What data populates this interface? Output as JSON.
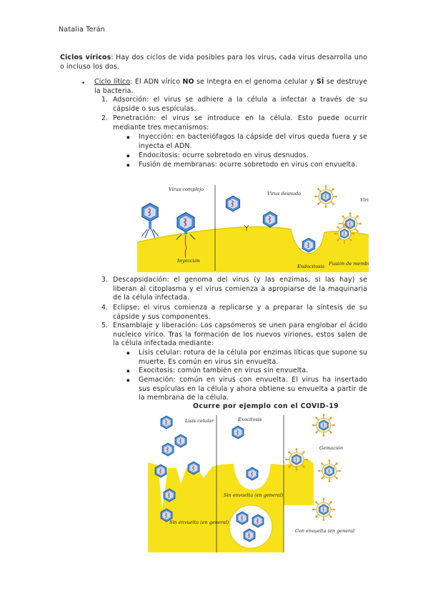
{
  "author": "Natalia Terán",
  "intro": {
    "title": "Ciclos víricos",
    "text": ": Hay dos ciclos de vida posibles para los virus, cada virus desarrolla uno o incluso los dos."
  },
  "lytic": {
    "bullet": "•",
    "title": "Ciclo lítico",
    "text_1": ": El ADN vírico ",
    "no": "NO",
    "text_2": " se integra en el genoma celular y ",
    "si": "SÍ",
    "text_3": " se destruye la bacteria."
  },
  "steps": [
    {
      "num": "1.",
      "text": "Adsorción: el virus se adhiere a la célula a infectar a través de su cápside o sus espículas."
    },
    {
      "num": "2.",
      "text": "Penetración: el virus se introduce en la célula. Esto puede ocurrir mediante tres mecanismos:"
    },
    {
      "num": "3.",
      "text": "Descapsidación: el genoma del virus (y las enzimas, si las hay) se liberan al citoplasma y el virus comienza a apropiarse de la maquinaria de la célula infectada."
    },
    {
      "num": "4.",
      "text": "Eclipse: el virus comienza a replicarse y a preparar la síntesis de su cápside y sus componentes."
    },
    {
      "num": "5.",
      "text": "Ensamblaje y liberación: Los capsómeros se unen para englobar el ácido nucleico vírico. Tras la formación de los nuevos viriones, estos salen de la célula infectada mediante:"
    }
  ],
  "penetration_items": [
    "Inyección: en bacteriófagos la cápside del virus queda fuera y se inyecta el ADN.",
    "Endocitosis: ocurre sobretodo en virus desnudos.",
    "Fusión de membranas: ocurre sobretodo en virus con envuelta."
  ],
  "release_items": [
    "Lisis celular: rotura de la célula por enzimas líticas que supone su muerte. Es común en virus sin envuelta.",
    "Exocitosis: común también en virus sin envuelta.",
    "Gemación: común en virus con envuelta. El virus ha insertado sus espículas en la célula y ahora obtiene su envuelta a partir de la membrana de la célula."
  ],
  "square_bullet": "▪",
  "covid_note": "Ocurre por ejemplo con el COVID-19",
  "figure1": {
    "label_complex": "Virus complejo",
    "label_naked": "Virus desnudo",
    "label_enveloped": "Virus con envuelta",
    "label_injection": "Inyección",
    "label_endocytosis": "Endocitosis",
    "label_fusion": "Fusión de membranas"
  },
  "figure2": {
    "label_lysis": "Lisis celular",
    "label_exocytosis": "Exocitosis",
    "label_budding": "Gemación",
    "label_naked_general_left": "Sin envuelta (en general)",
    "label_naked_general_mid": "Sin envuelta (en general)",
    "label_enveloped_general": "Con envuelta (en general)"
  },
  "colors": {
    "cytoplasm": "#f7e21a",
    "capsid": "#4f8fd6",
    "capsid_inner": "#c9def5",
    "spike": "#e89a1c",
    "genome": "#d12a2a"
  }
}
